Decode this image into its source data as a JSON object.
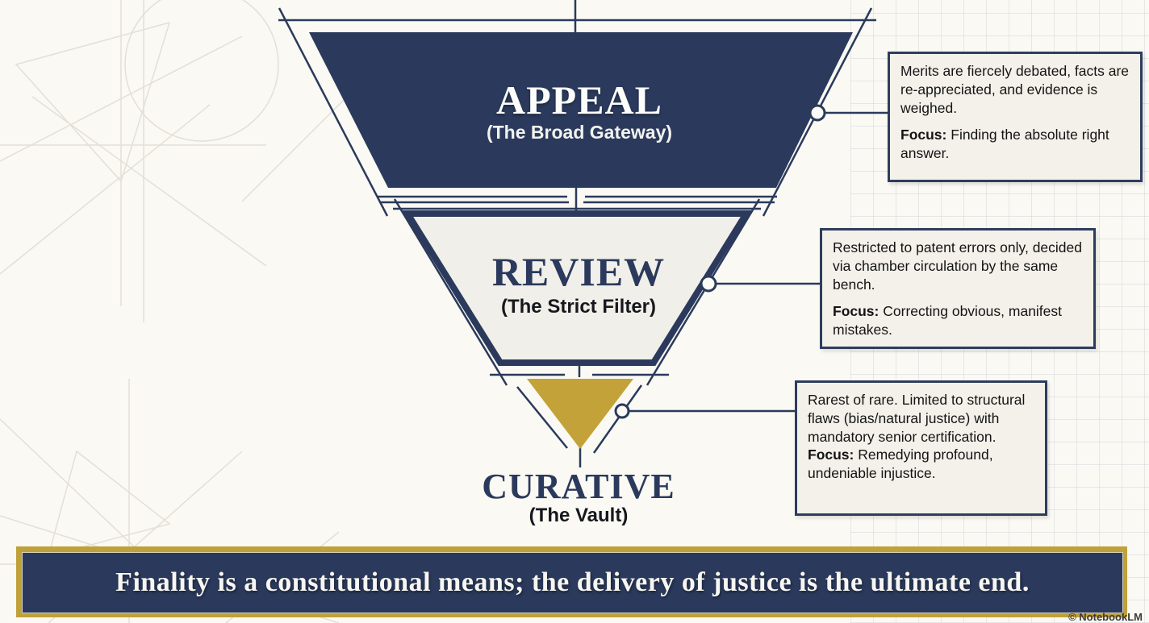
{
  "palette": {
    "navy": "#2b3a5c",
    "gold": "#c3a239",
    "cream": "#faf9f3",
    "note_bg": "#f3f1ea"
  },
  "funnel": {
    "tiers": [
      {
        "id": "appeal",
        "title": "APPEAL",
        "subtitle": "(The Broad Gateway)"
      },
      {
        "id": "review",
        "title": "REVIEW",
        "subtitle": "(The Strict Filter)"
      },
      {
        "id": "curative",
        "title": "CURATIVE",
        "subtitle": "(The Vault)"
      }
    ]
  },
  "annotations": [
    {
      "body": "Merits are fiercely debated, facts are re-appreciated, and evidence is weighed.",
      "focus_label": "Focus:",
      "focus_text": "Finding the absolute right answer."
    },
    {
      "body": "Restricted to patent errors only, decided via chamber circulation by the same bench.",
      "focus_label": "Focus:",
      "focus_text": "Correcting obvious, manifest mistakes."
    },
    {
      "body": "Rarest of rare. Limited to structural flaws (bias/natural justice) with mandatory senior certification.",
      "focus_label": "Focus:",
      "focus_text": "Remedying profound, undeniable injustice."
    }
  ],
  "banner": {
    "text": "Finality is a constitutional means; the delivery of justice is the ultimate end."
  },
  "watermark": "© NotebookLM"
}
